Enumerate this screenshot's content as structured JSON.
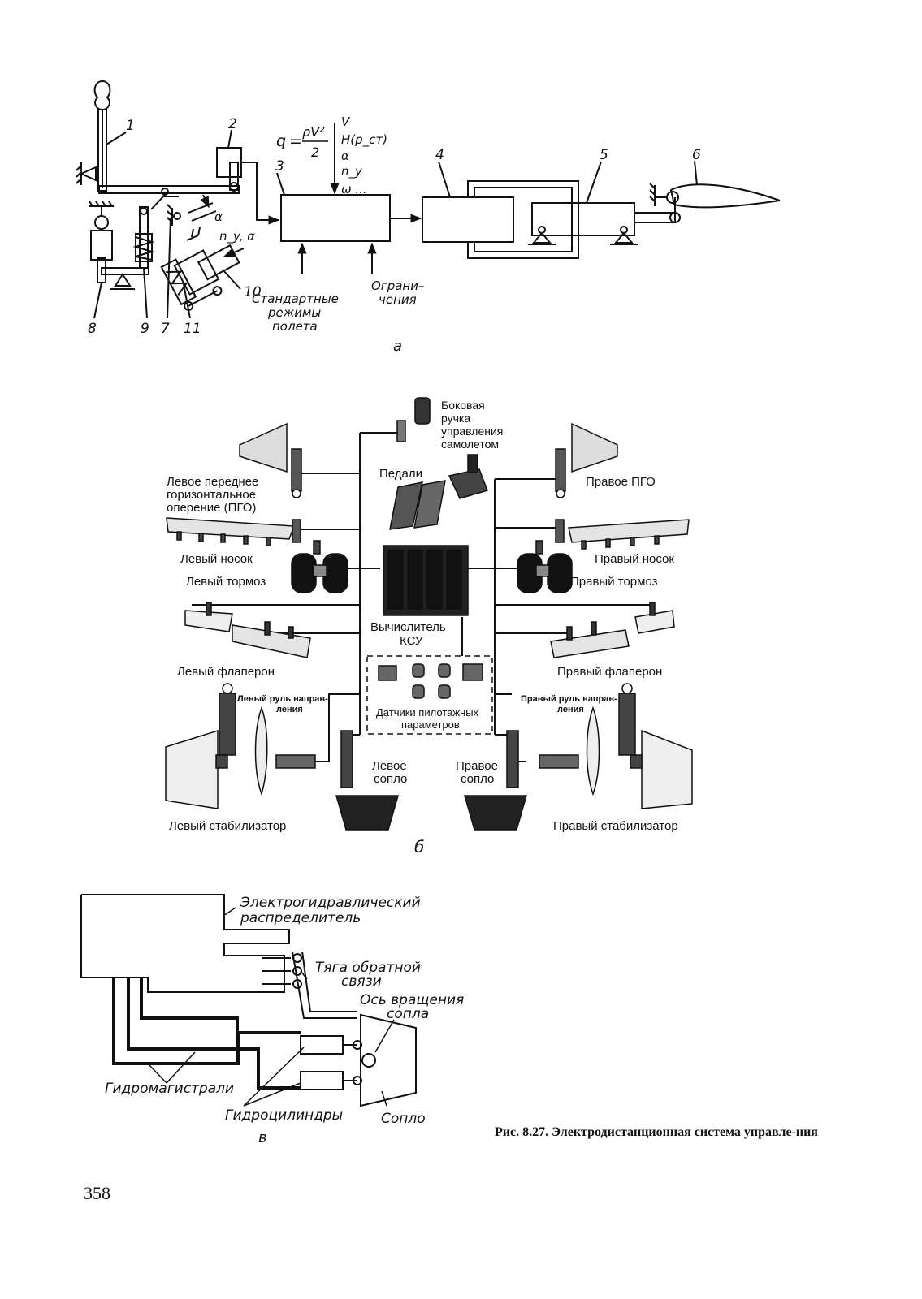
{
  "figure_a": {
    "numbers": [
      "1",
      "2",
      "3",
      "4",
      "5",
      "6",
      "8",
      "9",
      "7",
      "11",
      "10"
    ],
    "formula": {
      "q": "q",
      "eq": "=",
      "num": "ρV²",
      "den": "2"
    },
    "params": [
      "V",
      "H(p_ст)",
      "α",
      "n_y",
      "ω ..."
    ],
    "alpha_small": "α",
    "ny_alpha": "n_y, α",
    "standard_modes": [
      "Стандартные",
      "режимы",
      "полета"
    ],
    "limits": [
      "Ограни–",
      "чения"
    ],
    "label": "а"
  },
  "figure_b": {
    "side_stick": [
      "Боковая",
      "ручка",
      "управления",
      "самолетом"
    ],
    "pedals": "Педали",
    "left_pgo": [
      "Левое переднее",
      "горизонтальное",
      "оперение (ПГО)"
    ],
    "right_pgo": "Правое ПГО",
    "left_slat": "Левый носок",
    "right_slat": "Правый носок",
    "left_brake": "Левый тормоз",
    "right_brake": "Правый тормоз",
    "computer": [
      "Вычислитель",
      "КСУ"
    ],
    "left_flaperon": "Левый флаперон",
    "right_flaperon": "Правый флаперон",
    "sensors": [
      "Датчики пилотажных",
      "параметров"
    ],
    "left_rudder": [
      "Левый руль направ-",
      "ления"
    ],
    "right_rudder": [
      "Правый руль направ-",
      "ления"
    ],
    "left_nozzle": [
      "Левое",
      "сопло"
    ],
    "right_nozzle": [
      "Правое",
      "сопло"
    ],
    "left_stab": "Левый стабилизатор",
    "right_stab": "Правый стабилизатор",
    "label": "б"
  },
  "figure_v": {
    "distributor": [
      "Электрогидравлический",
      "распределитель"
    ],
    "feedback": [
      "Тяга обратной",
      "связи"
    ],
    "axis": [
      "Ось вращения",
      "сопла"
    ],
    "lines": "Гидромагистрали",
    "cylinders": "Гидроцилиндры",
    "nozzle": "Сопло",
    "label": "в"
  },
  "caption": "Рис. 8.27. Электродистанционная система управле-ния",
  "page_number": "358"
}
